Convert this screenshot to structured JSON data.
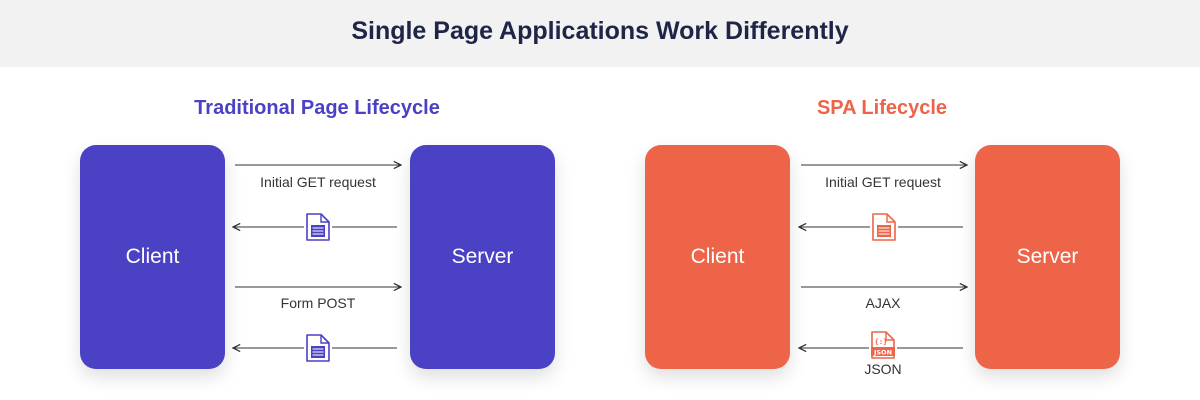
{
  "title": "Single Page Applications Work Differently",
  "colors": {
    "traditional_accent": "#4a41c4",
    "spa_accent": "#ed6448",
    "heading_text": "#1e2547",
    "header_band": "#f2f2f2",
    "arrow": "#333333"
  },
  "traditional": {
    "heading": "Traditional Page Lifecycle",
    "client_label": "Client",
    "server_label": "Server",
    "arrows": [
      {
        "direction": "right",
        "label": "Initial GET request",
        "icon": "document-icon"
      },
      {
        "direction": "left",
        "label": "",
        "icon": "document-icon"
      },
      {
        "direction": "right",
        "label": "Form POST",
        "icon": ""
      },
      {
        "direction": "left",
        "label": "",
        "icon": "document-icon"
      }
    ]
  },
  "spa": {
    "heading": "SPA Lifecycle",
    "client_label": "Client",
    "server_label": "Server",
    "arrows": [
      {
        "direction": "right",
        "label": "Initial GET request",
        "icon": ""
      },
      {
        "direction": "left",
        "label": "",
        "icon": "document-icon"
      },
      {
        "direction": "right",
        "label": "AJAX",
        "icon": ""
      },
      {
        "direction": "left",
        "label": "JSON",
        "icon": "json-file-icon"
      }
    ],
    "json_icon_text": "JSON"
  }
}
